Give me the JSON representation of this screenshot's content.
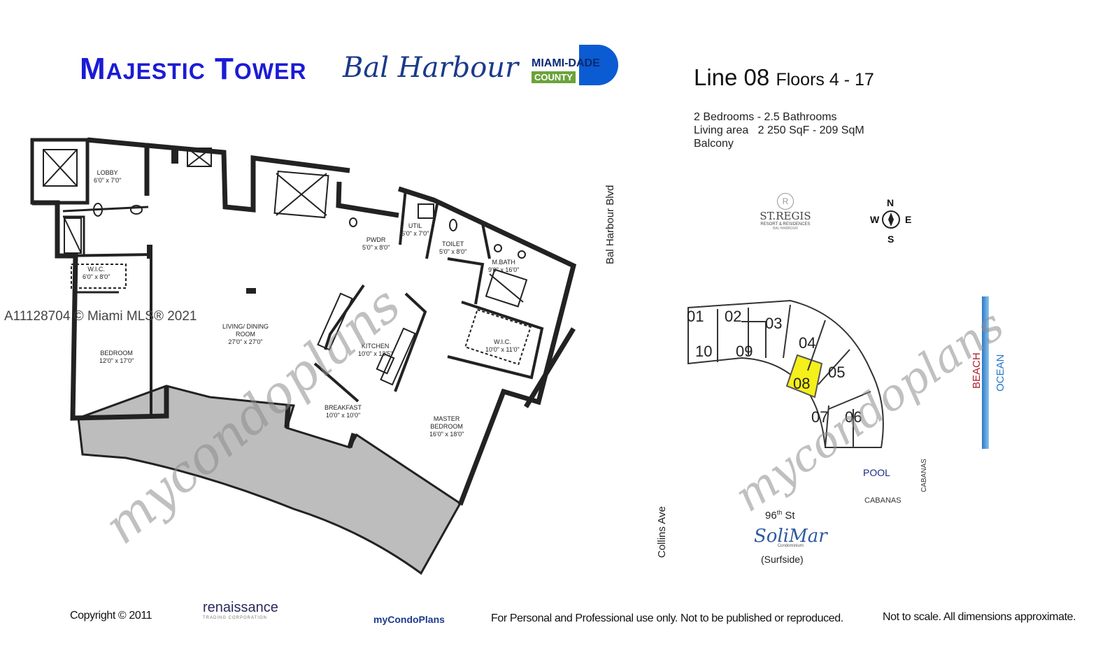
{
  "header": {
    "tower_title_big1": "M",
    "tower_title_small1": "AJESTIC",
    "tower_title_big2": "T",
    "tower_title_small2": "OWER",
    "location_script": "Bal Harbour",
    "county_logo_top": "MIAMI-DADE",
    "county_logo_bottom": "COUNTY"
  },
  "unit_info": {
    "line": "Line 08",
    "floors": "Floors 4 - 17",
    "rooms": "2 Bedrooms - 2.5 Bathrooms",
    "area": "Living area   2 250 SqF - 209 SqM",
    "balcony": "Balcony"
  },
  "mls_watermark": "A11128704 © Miami MLS® 2021",
  "floorplan": {
    "rooms": [
      {
        "name": "LOBBY",
        "dim": "6'0\" x 7'0\""
      },
      {
        "name": "W.I.C.",
        "dim": "6'0\" x 8'0\""
      },
      {
        "name": "BEDROOM",
        "dim": "12'0\" x 17'0\""
      },
      {
        "name": "LIVING/ DINING",
        "name2": "ROOM",
        "dim": "27'0\" x 27'0\""
      },
      {
        "name": "PWDR",
        "dim": "5'0\" x 8'0\""
      },
      {
        "name": "UTIL",
        "dim": "5'0\" x 7'0\""
      },
      {
        "name": "TOILET",
        "dim": "5'0\" x 8'0\""
      },
      {
        "name": "M.BATH",
        "dim": "9'0\" x 16'0\""
      },
      {
        "name": "KITCHEN",
        "dim": "10'0\" x 13'5\""
      },
      {
        "name": "W.I.C.",
        "dim": "10'0\" x 11'0\""
      },
      {
        "name": "BREAKFAST",
        "dim": "10'0\" x 10'0\""
      },
      {
        "name": "MASTER",
        "name2": "BEDROOM",
        "dim": "16'0\" x 18'0\""
      }
    ]
  },
  "siteplan": {
    "street_bal_harbour": "Bal Harbour Blvd",
    "st_regis": "ST.REGIS",
    "st_regis_sub": "RESORT & RESIDENCES",
    "st_regis_sub2": "BAL HARBOUR",
    "compass": {
      "n": "N",
      "s": "S",
      "e": "E",
      "w": "W"
    },
    "units": [
      "01",
      "02",
      "03",
      "04",
      "05",
      "06",
      "07",
      "08",
      "09",
      "10"
    ],
    "highlight_unit": "08",
    "highlight_color": "#f5ef1a",
    "beach": "BEACH",
    "ocean": "OCEAN",
    "pool": "POOL",
    "cabanas_vertical": "CABANAS",
    "cabanas": "CABANAS",
    "street_96": "96",
    "street_96_sup": "th",
    "street_96_suffix": " St",
    "collins": "Collins Ave",
    "solimar": "SoliMar",
    "solimar_sub": "Condominium",
    "surfside": "(Surfside)"
  },
  "watermark": {
    "brand": "mycondoplans"
  },
  "footer": {
    "copyright": "Copyright © 2011",
    "renaissance": "renaissance",
    "renaissance_sub": "TRADING CORPORATION",
    "mycondoplans": "myCondoPlans",
    "usage": "For Personal and Professional use only.  Not to be published or reproduced.",
    "scale": "Not to scale.  All dimensions approximate."
  },
  "colors": {
    "title_blue": "#1b1bd6",
    "beach_red": "#b01c2c",
    "ocean_blue": "#2a78c8",
    "balcony_gray": "#bdbdbd"
  }
}
